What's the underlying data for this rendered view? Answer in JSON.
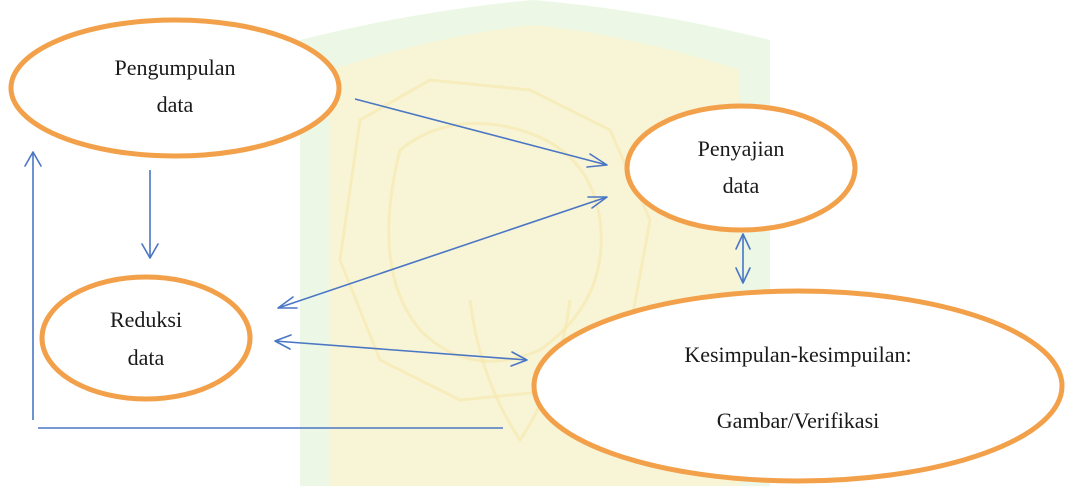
{
  "nodes": {
    "pengumpulan": {
      "line1": "Pengumpulan",
      "line2": "data"
    },
    "penyajian": {
      "line1": "Penyajian",
      "line2": "data"
    },
    "reduksi": {
      "line1": "Reduksi",
      "line2": "data"
    },
    "kesimpulan": {
      "line1": "Kesimpulan-kesimpuilan:",
      "line2": "Gambar/Verifikasi"
    }
  },
  "colors": {
    "node_border": "#F2A04A",
    "arrow": "#4A76C4",
    "watermark_green": "#B8E8A0",
    "watermark_yellow": "#F7EDB8"
  }
}
